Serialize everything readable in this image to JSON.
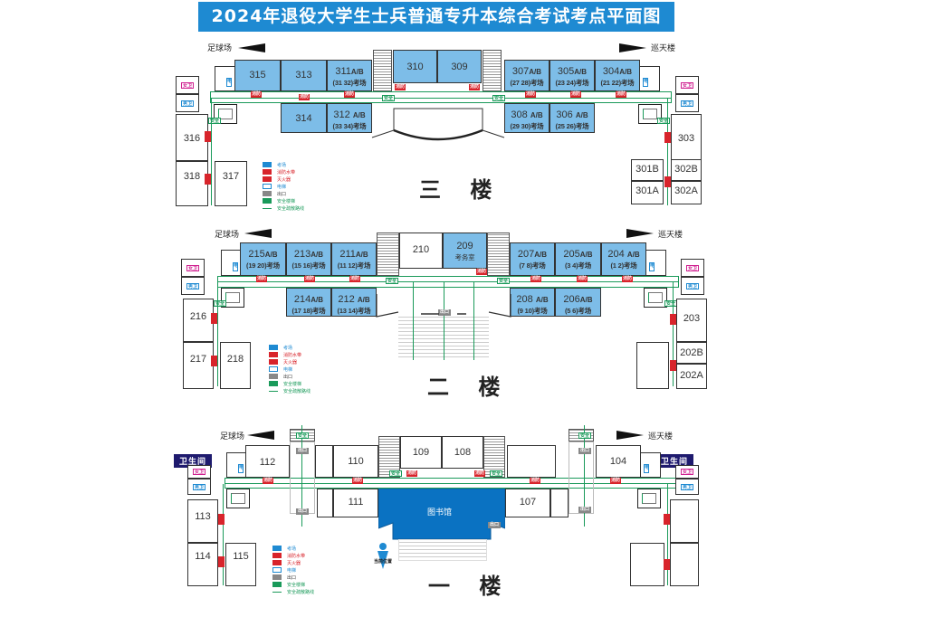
{
  "title": "2024年退役大学生士兵普通专升本综合考试考点平面图",
  "directions": {
    "left": "足球场",
    "right": "巡天楼"
  },
  "colors": {
    "exam_room": "#7dbde8",
    "library": "#0a72c2",
    "title_bg": "#1e8ad2",
    "route": "#1a9a5a",
    "fire": "#d8242b"
  },
  "legend": [
    {
      "icon": "exam-room-swatch",
      "label": "考场"
    },
    {
      "icon": "fire-hydrant-icon",
      "label": "消防水带"
    },
    {
      "icon": "fire-extinguisher-icon",
      "label": "灭火器"
    },
    {
      "icon": "elevator-icon",
      "label": "电梯"
    },
    {
      "icon": "exit-icon",
      "label": "出口"
    },
    {
      "icon": "safe-stair-icon",
      "label": "安全楼梯"
    },
    {
      "icon": "evacuation-route-icon",
      "label": "安全疏散路线"
    }
  ],
  "icon_labels": {
    "fire": "消防",
    "safe": "安全",
    "exit": "出口",
    "elev": "电",
    "wc_f": "女卫",
    "wc_m": "男卫"
  },
  "floor3": {
    "label": "三 楼",
    "rooms": {
      "r315": "315",
      "r313": "313",
      "r311": "311",
      "r311_ab": "A/B",
      "r311_s": "(31 32)考场",
      "r310": "310",
      "r309": "309",
      "r307": "307",
      "r307_ab": "A/B",
      "r307_s": "(27 28)考场",
      "r305": "305",
      "r305_ab": "A/B",
      "r305_s": "(23 24)考场",
      "r304": "304",
      "r304_ab": "A/B",
      "r304_s": "(21 22)考场",
      "r314": "314",
      "r312": "312",
      "r312_ab": "A/B",
      "r312_s": "(33 34)考场",
      "r308": "308",
      "r308_ab": "A/B",
      "r308_s": "(29 30)考场",
      "r306": "306",
      "r306_ab": "A/B",
      "r306_s": "(25 26)考场",
      "r316": "316",
      "r318": "318",
      "r317": "317",
      "r303": "303",
      "r301b": "301B",
      "r302b": "302B",
      "r301a": "301A",
      "r302a": "302A"
    }
  },
  "floor2": {
    "label": "二 楼",
    "rooms": {
      "r215": "215",
      "r215_ab": "A/B",
      "r215_s": "(19 20)考场",
      "r213": "213",
      "r213_ab": "A/B",
      "r213_s": "(15 16)考场",
      "r211": "211",
      "r211_ab": "A/B",
      "r211_s": "(11 12)考场",
      "r210": "210",
      "r209": "209",
      "r209_s": "考务室",
      "r207": "207",
      "r207_ab": "A/B",
      "r207_s": "(7 8)考场",
      "r205": "205",
      "r205_ab": "A/B",
      "r205_s": "(3 4)考场",
      "r204": "204",
      "r204_ab": "A/B",
      "r204_s": "(1 2)考场",
      "r214": "214",
      "r214_ab": "A/B",
      "r214_s": "(17 18)考场",
      "r212": "212",
      "r212_ab": "A/B",
      "r212_s": "(13 14)考场",
      "r208": "208",
      "r208_ab": "A/B",
      "r208_s": "(9 10)考场",
      "r206": "206",
      "r206_ab": "A/B",
      "r206_s": "(5 6)考场",
      "r216": "216",
      "r217": "217",
      "r218": "218",
      "r203": "203",
      "r202b": "202B",
      "r202a": "202A"
    }
  },
  "floor1": {
    "label": "一 楼",
    "restroom_label": "卫生间",
    "current_position": "当前位置",
    "rooms": {
      "r112": "112",
      "r110": "110",
      "r109": "109",
      "r108": "108",
      "r104": "104",
      "r111": "111",
      "r107": "107",
      "library": "图书馆",
      "r113": "113",
      "r114": "114",
      "r115": "115"
    }
  }
}
